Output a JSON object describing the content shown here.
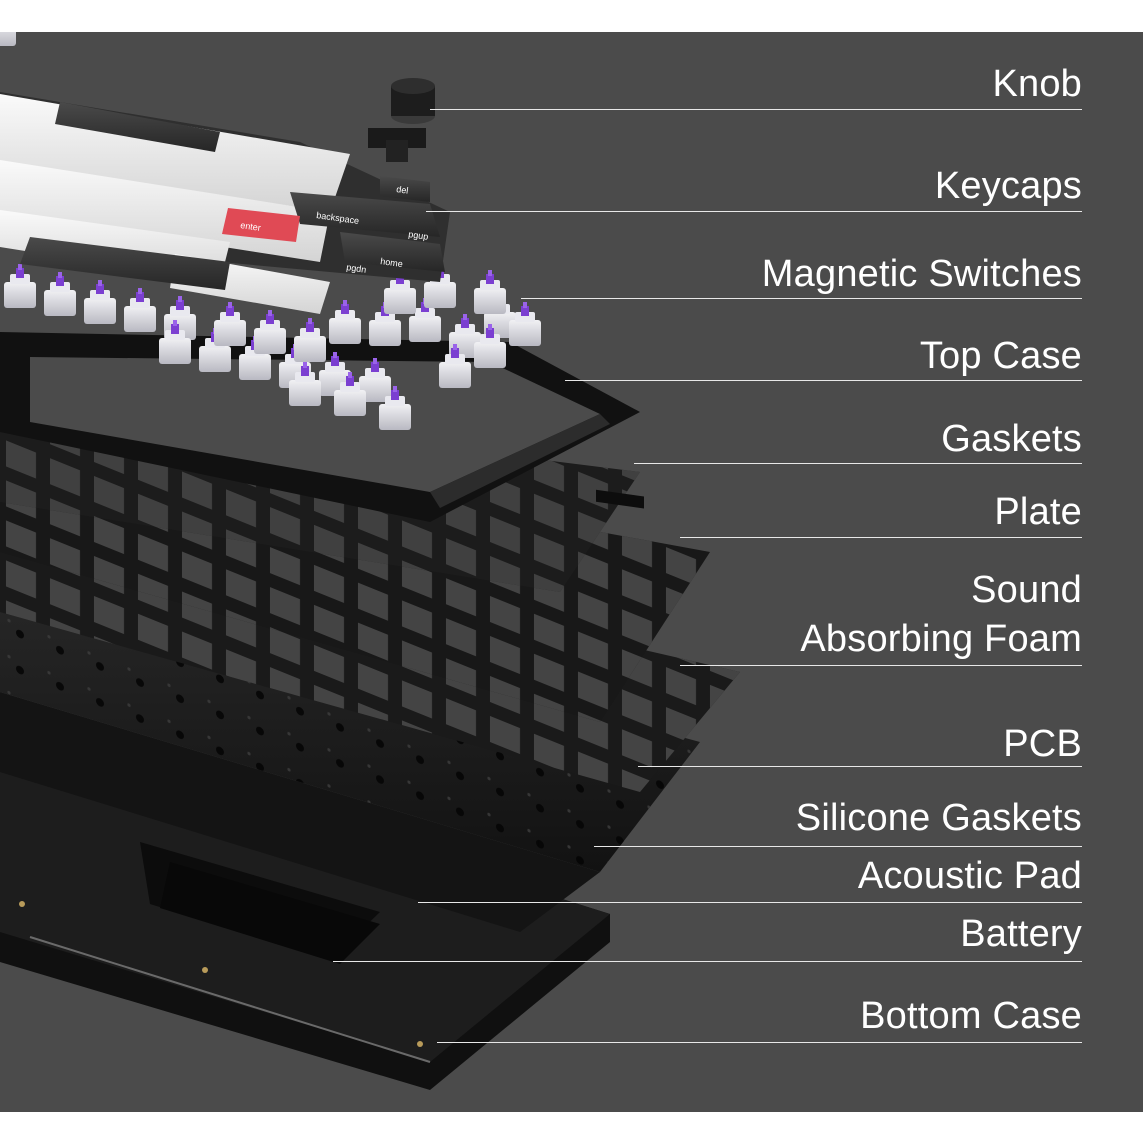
{
  "components": [
    {
      "id": "knob",
      "lines": [
        "Knob"
      ]
    },
    {
      "id": "keycaps",
      "lines": [
        "Keycaps"
      ]
    },
    {
      "id": "magnetic-switches",
      "lines": [
        "Magnetic Switches"
      ]
    },
    {
      "id": "top-case",
      "lines": [
        "Top Case"
      ]
    },
    {
      "id": "gaskets",
      "lines": [
        "Gaskets"
      ]
    },
    {
      "id": "plate",
      "lines": [
        "Plate"
      ]
    },
    {
      "id": "sound-absorbing-foam",
      "lines": [
        "Sound",
        "Absorbing Foam"
      ]
    },
    {
      "id": "pcb",
      "lines": [
        "PCB"
      ]
    },
    {
      "id": "silicone-gaskets",
      "lines": [
        "Silicone Gaskets"
      ]
    },
    {
      "id": "acoustic-pad",
      "lines": [
        "Acoustic Pad"
      ]
    },
    {
      "id": "battery",
      "lines": [
        "Battery"
      ]
    },
    {
      "id": "bottom-case",
      "lines": [
        "Bottom Case"
      ]
    }
  ],
  "keycap_legends": {
    "backspace": "backspace",
    "del": "del",
    "pgup": "pgup",
    "pgdn": "pgdn",
    "home": "home",
    "enter": "enter"
  },
  "colors": {
    "background": "#4b4b4b",
    "label_text": "#ffffff",
    "leader_line": "#e8e8e8",
    "switch_stem": "#7b3fd1",
    "accent_key": "#e04a55",
    "white_key": "#ececec",
    "dark_key": "#3a3a3a",
    "layer_black": "#161616"
  }
}
